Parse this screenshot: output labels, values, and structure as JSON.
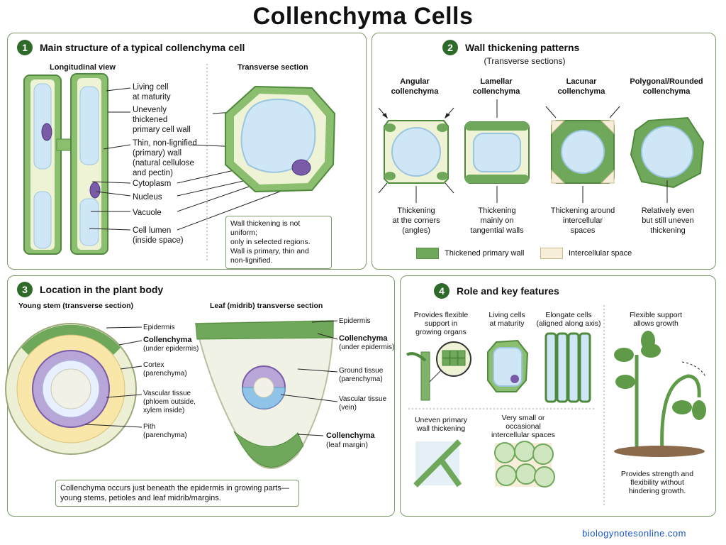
{
  "title": "Collenchyma Cells",
  "footer": "biologynotesonline.com",
  "p1": {
    "num": "1",
    "title": "Main structure of a typical collenchyma cell",
    "long_view": "Longitudinal view",
    "trans_view": "Transverse section",
    "labels": [
      "Living cell",
      "at maturity",
      "Unevenly",
      "thickened",
      "primary cell wall",
      "Thin, non-lignified",
      "(primary) wall",
      "(natural cellulose",
      "and pectin)",
      "Cytoplasm",
      "Nucleus",
      "Vacuole",
      "Cell lumen",
      "(inside space)"
    ],
    "note": [
      "Wall thickening is not uniform;",
      "only in selected regions.",
      "Wall is primary, thin and",
      "non-lignified."
    ]
  },
  "p2": {
    "num": "2",
    "title": "Wall thickening patterns",
    "subtitle": "(Transverse sections)",
    "types": [
      {
        "name": [
          "Angular",
          "collenchyma"
        ],
        "desc": [
          "Thickening",
          "at the corners",
          "(angles)"
        ]
      },
      {
        "name": [
          "Lamellar",
          "collenchyma"
        ],
        "desc": [
          "Thickening",
          "mainly on",
          "tangential walls"
        ]
      },
      {
        "name": [
          "Lacunar",
          "collenchyma"
        ],
        "desc": [
          "Thickening around",
          "intercellular",
          "spaces"
        ]
      },
      {
        "name": [
          "Polygonal/Rounded",
          "collenchyma"
        ],
        "desc": [
          "Relatively even",
          "but still uneven",
          "thickening"
        ]
      }
    ],
    "legend": [
      "Thickened primary wall",
      "Intercellular space"
    ]
  },
  "p3": {
    "num": "3",
    "title": "Location in the plant body",
    "stem_title": "Young stem (transverse section)",
    "leaf_title": "Leaf (midrib) transverse section",
    "stem_labels": {
      "epidermis": "Epidermis",
      "collenchyma": "Collenchyma",
      "coll_sub": "(under epidermis)",
      "cortex": [
        "Cortex",
        "(parenchyma)"
      ],
      "vascular": [
        "Vascular tissue",
        "(phloem outside,",
        "xylem inside)"
      ],
      "pith": [
        "Pith",
        "(parenchyma)"
      ]
    },
    "leaf_labels": {
      "epidermis": "Epidermis",
      "collenchyma": "Collenchyma",
      "coll_sub": "(under epidermis)",
      "ground": [
        "Ground tissue",
        "(parenchyma)"
      ],
      "vascular": [
        "Vascular tissue",
        "(vein)"
      ],
      "coll2": "Collenchyma",
      "coll2_sub": "(leaf margin)"
    },
    "note": [
      "Collenchyma occurs just beneath the epidermis in growing parts—",
      "young stems, petioles and leaf midrib/margins."
    ]
  },
  "p4": {
    "num": "4",
    "title": "Role and key features",
    "f1": [
      "Provides flexible",
      "support in",
      "growing organs"
    ],
    "f2": [
      "Living cells",
      "at maturity"
    ],
    "f3": [
      "Elongate cells",
      "(aligned along axis)"
    ],
    "f4": [
      "Flexible support",
      "allows growth"
    ],
    "f5": [
      "Uneven primary",
      "wall thickening"
    ],
    "f6": [
      "Very small or",
      "occasional",
      "intercellular spaces"
    ],
    "f7": [
      "Provides strength and",
      "flexibility without",
      "hindering growth."
    ]
  },
  "colors": {
    "wall": "#7fb36a",
    "wall_dark": "#4f8a3c",
    "vacuole": "#cfe6f7",
    "cytoplasm": "#eef3d6",
    "nucleus": "#7a5ba8",
    "intercellular": "#f6eed8",
    "accent": "#2e6b2a"
  }
}
